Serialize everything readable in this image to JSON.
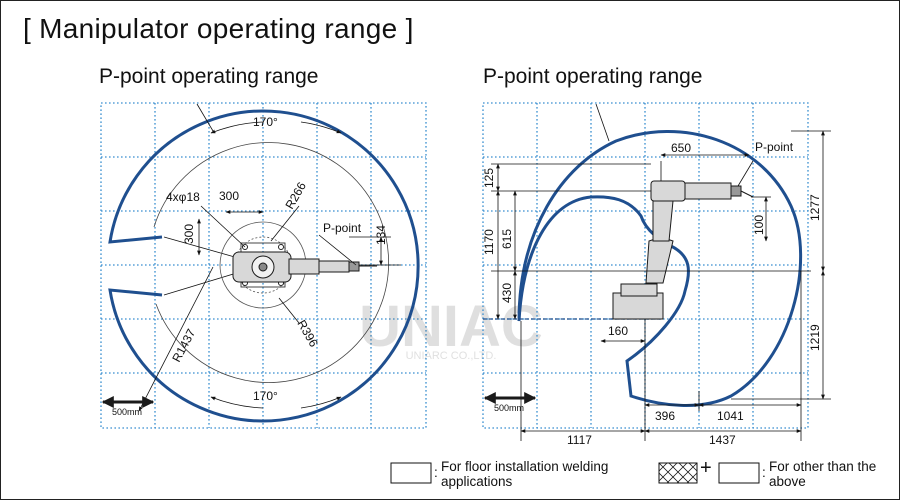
{
  "title": "[ Manipulator operating range ]",
  "left": {
    "subtitle": "P-point operating range",
    "angle_top": "170°",
    "angle_bottom": "170°",
    "holes": "4xφ18",
    "dim_300_h": "300",
    "dim_300_v": "300",
    "r266": "R266",
    "r396": "R396",
    "r1437": "R1437",
    "ppoint": "P-point",
    "dim_134": "134",
    "scale": "500mm"
  },
  "right": {
    "subtitle": "P-point operating range",
    "ppoint": "P-point",
    "d650": "650",
    "d125": "125",
    "d615": "615",
    "d1170": "1170",
    "d430": "430",
    "d160": "160",
    "d100": "100",
    "d1277": "1277",
    "d1219": "1219",
    "d396": "396",
    "d1041": "1041",
    "d1117": "1117",
    "d1437": "1437",
    "scale": "500mm"
  },
  "legend": {
    "floor_colon": ":",
    "floor_text": "For floor installation welding applications",
    "plus": "+",
    "other_colon": ":",
    "other_text": "For other than the above"
  },
  "watermark": {
    "brand": "UNIAC",
    "company": "UNIARC CO.,LTD."
  },
  "colors": {
    "range_blue": "#1f4f8f",
    "grid_blue": "#3a8fd0",
    "text": "#111111"
  }
}
